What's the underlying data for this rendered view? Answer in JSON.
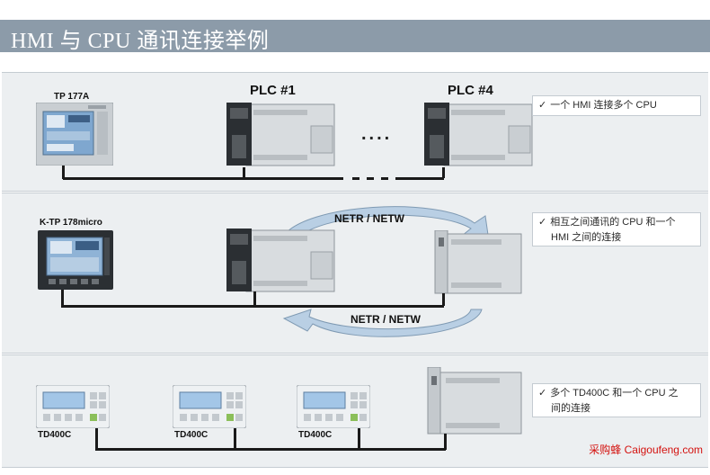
{
  "header": {
    "title": "HMI 与 CPU 通讯连接举例"
  },
  "panel1": {
    "hmi_label": "TP 177A",
    "plc_a_label": "PLC #1",
    "plc_b_label": "PLC #4",
    "ellipsis": "....",
    "note": {
      "check": "✓",
      "text": "一个 HMI 连接多个 CPU"
    }
  },
  "panel2": {
    "hmi_label": "K-TP 178micro",
    "arrow_top_label": "NETR / NETW",
    "arrow_bottom_label": "NETR / NETW",
    "note": {
      "check": "✓",
      "line1": "相互之间通讯的 CPU 和一个",
      "line2": "HMI 之间的连接"
    }
  },
  "panel3": {
    "td_labels": [
      "TD400C",
      "TD400C",
      "TD400C"
    ],
    "note": {
      "check": "✓",
      "line1": "多个 TD400C 和一个 CPU 之",
      "line2": "间的连接"
    }
  },
  "watermark": "采购蜂 Caigoufeng.com",
  "colors": {
    "header_bg": "#8c9ba9",
    "panel_bg": "#eceff1",
    "device_body": "#d8dcdf",
    "device_dark": "#2b2f33",
    "arrow_fill": "#b9cfe4",
    "watermark": "#d4120f"
  }
}
